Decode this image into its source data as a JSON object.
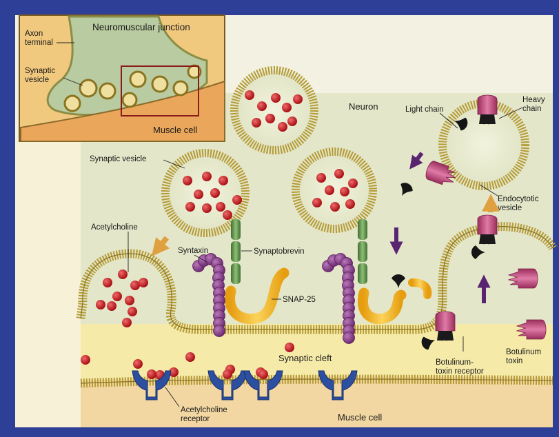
{
  "colors": {
    "frame": "#2d3f96",
    "neuron_fill": "#e2e6c6",
    "cleft_fill": "#f4e9a6",
    "muscle_fill": "#f2d8a4",
    "membrane": "#b59b37",
    "acetylcholine": "#c8151b",
    "syntaxin": "#8a3f8c",
    "synaptobrevin": "#5d8a4a",
    "snap25": "#f0b928",
    "receptor": "#2c4fa0",
    "toxin_heavy": "#c2507e",
    "toxin_light": "#151515",
    "arrow_gold": "#e0a040",
    "arrow_purple": "#5a2570"
  },
  "inset": {
    "title": "Neuromuscular junction",
    "axon_terminal": "Axon\nterminal",
    "synaptic_vesicle": "Synaptic\nvesicle",
    "muscle_cell": "Muscle cell"
  },
  "labels": {
    "neuron": "Neuron",
    "synaptic_vesicle": "Synaptic vesicle",
    "acetylcholine": "Acetylcholine",
    "syntaxin": "Syntaxin",
    "synaptobrevin": "Synaptobrevin",
    "snap25": "SNAP-25",
    "synaptic_cleft": "Synaptic cleft",
    "acetylcholine_receptor": "Acetylcholine\nreceptor",
    "muscle_cell": "Muscle cell",
    "light_chain": "Light chain",
    "heavy_chain": "Heavy\nchain",
    "endocytotic_vesicle": "Endocytotic\nvesicle",
    "botulinum_toxin_receptor": "Botulinum-\ntoxin receptor",
    "botulinum_toxin": "Botulinum\ntoxin"
  }
}
